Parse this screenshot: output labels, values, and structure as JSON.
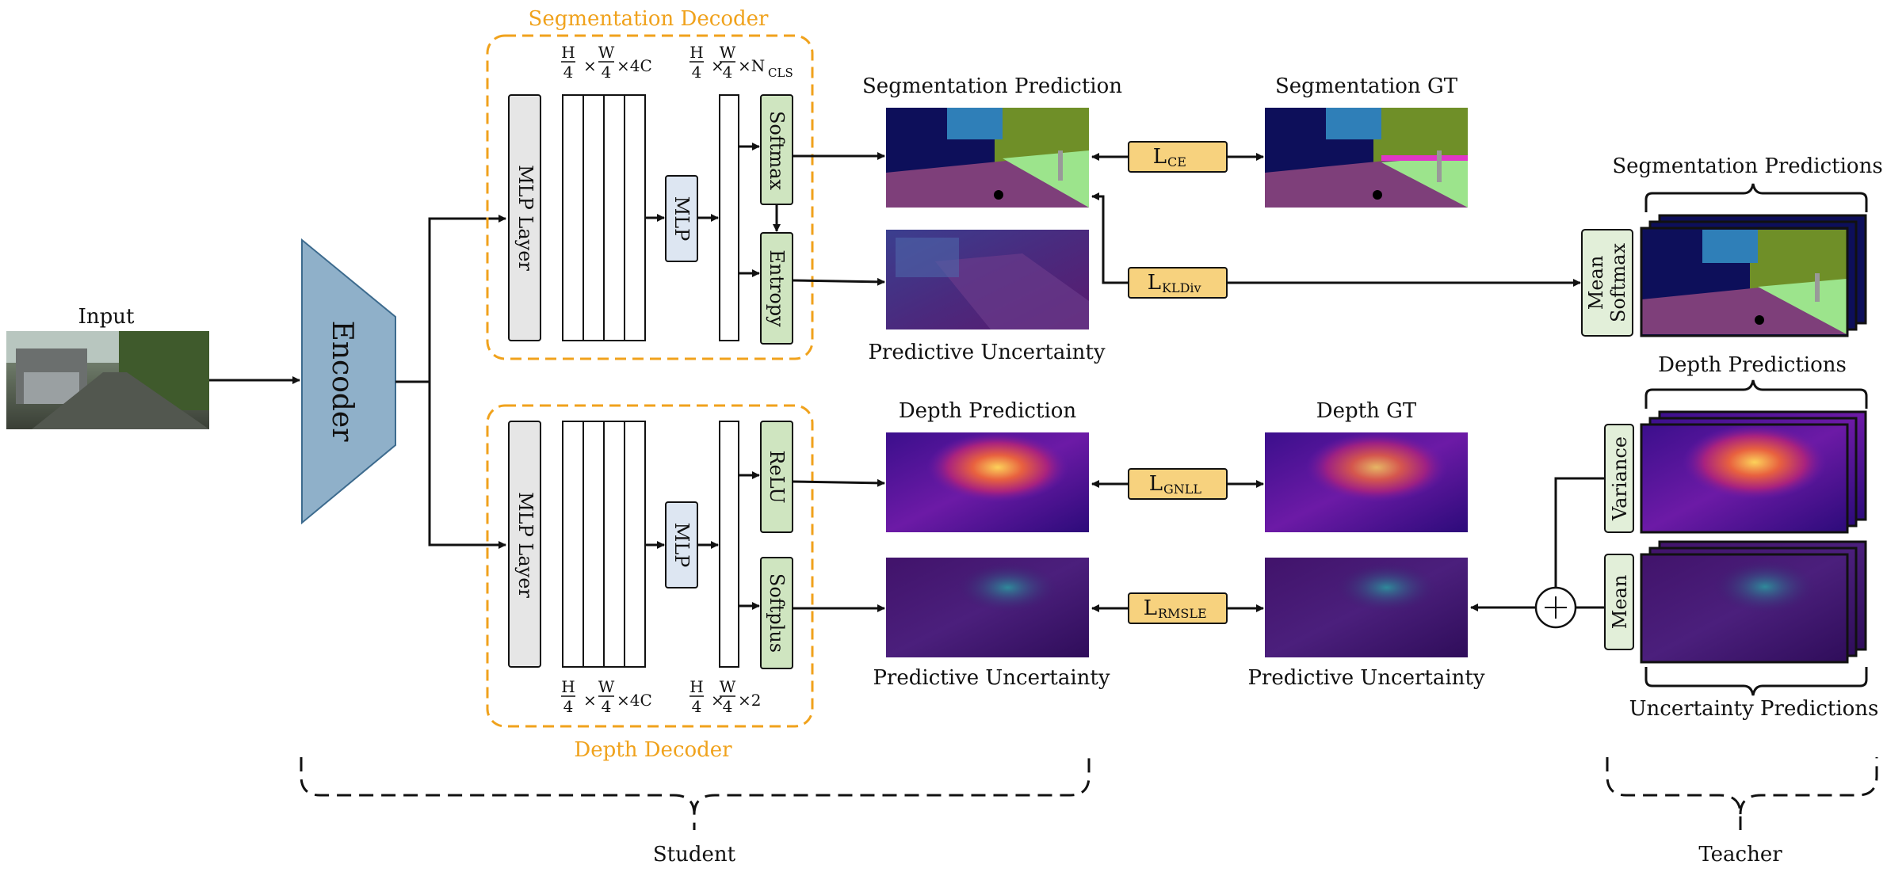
{
  "input": {
    "label": "Input"
  },
  "encoder": {
    "label": "Encoder"
  },
  "seg_decoder": {
    "title": "Segmentation Decoder",
    "mlp_layer": "MLP Layer",
    "mlp": "MLP",
    "softmax": "Softmax",
    "entropy": "Entropy",
    "dim_feat": {
      "h": "H",
      "w": "W",
      "den": "4",
      "rest": "×4C"
    },
    "dim_out": {
      "h": "H",
      "w": "W",
      "den": "4",
      "rest": "×N",
      "sub": "CLS"
    }
  },
  "depth_decoder": {
    "title": "Depth Decoder",
    "mlp_layer": "MLP Layer",
    "mlp": "MLP",
    "relu": "ReLU",
    "softplus": "Softplus",
    "dim_feat": {
      "h": "H",
      "w": "W",
      "den": "4",
      "rest": "×4C"
    },
    "dim_out": {
      "h": "H",
      "w": "W",
      "den": "4",
      "rest": "×2"
    }
  },
  "student_images": {
    "seg_pred": "Segmentation Prediction",
    "seg_unc": "Predictive Uncertainty",
    "depth_pred": "Depth Prediction",
    "depth_unc": "Predictive Uncertainty"
  },
  "losses": {
    "ce": {
      "main": "L",
      "sub": "CE"
    },
    "kl": {
      "main": "L",
      "sub": "KLDiv"
    },
    "gnll": {
      "main": "L",
      "sub": "GNLL"
    },
    "rmsle": {
      "main": "L",
      "sub": "RMSLE"
    }
  },
  "ground_truth": {
    "seg_gt": "Segmentation GT",
    "depth_gt": "Depth GT",
    "depth_unc_gt": "Predictive Uncertainty"
  },
  "teacher": {
    "seg_preds": "Segmentation Predictions",
    "depth_preds": "Depth Predictions",
    "unc_preds": "Uncertainty Predictions",
    "mean_softmax_1": "Mean",
    "mean_softmax_2": "Softmax",
    "variance": "Variance",
    "mean": "Mean"
  },
  "groups": {
    "student": "Student",
    "teacher": "Teacher"
  },
  "colors": {
    "encoder": "#8fb0c9",
    "decoder_border": "#f0a21c",
    "green_block": "#cfe5c0",
    "mlp_block": "#dde6f2",
    "loss_block": "#f7d27e"
  }
}
